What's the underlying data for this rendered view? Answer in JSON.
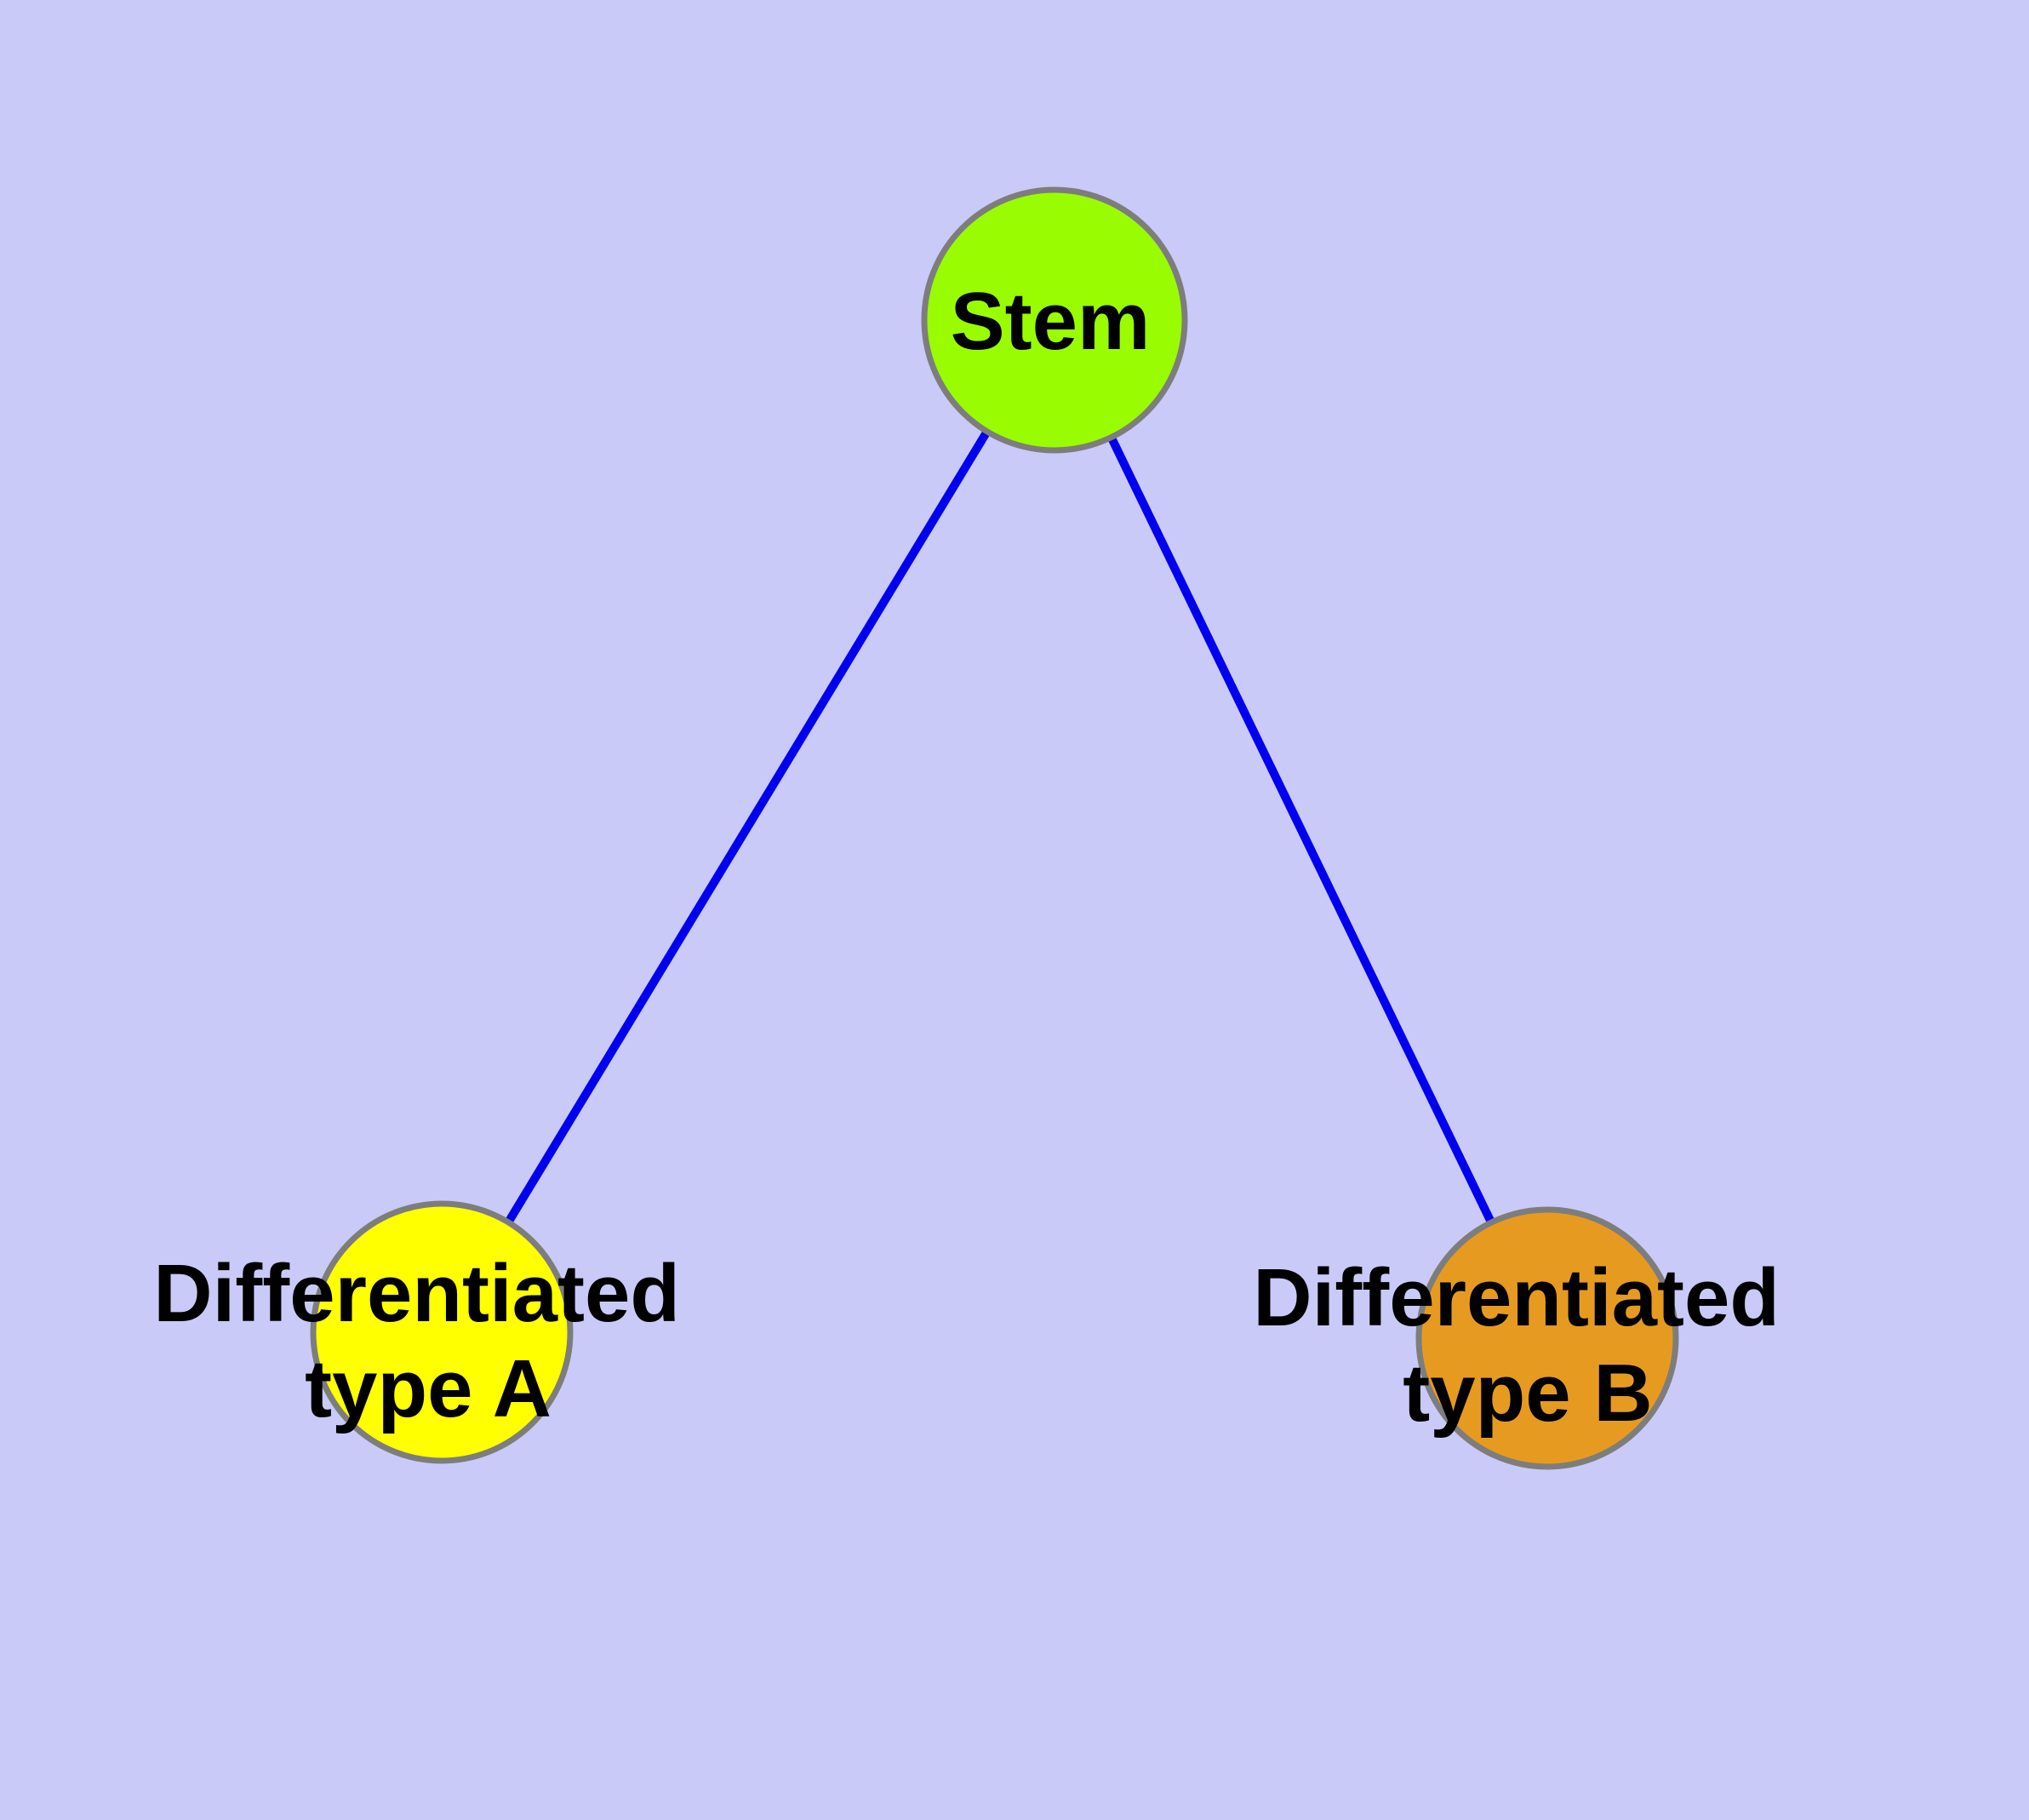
{
  "diagram": {
    "type": "node-link-graph",
    "colors": {
      "background": "#CACAF8",
      "edge": "#0000EE",
      "node_border": "#7D7D7D",
      "stem_fill": "#9AFC00",
      "type_a_fill": "#FFFF00",
      "type_b_fill": "#E69B20",
      "label_text": "#000000"
    },
    "nodes": {
      "stem": {
        "label": "Stem"
      },
      "diff_a": {
        "label": "Differentiated type A",
        "line1": "Differentiated",
        "line2": "type A"
      },
      "diff_b": {
        "label": "Differentiated type B",
        "line1": "Differentiated",
        "line2": "type B"
      }
    },
    "edges": [
      {
        "from": "Stem",
        "to": "Differentiated type A"
      },
      {
        "from": "Stem",
        "to": "Differentiated type B"
      }
    ]
  }
}
